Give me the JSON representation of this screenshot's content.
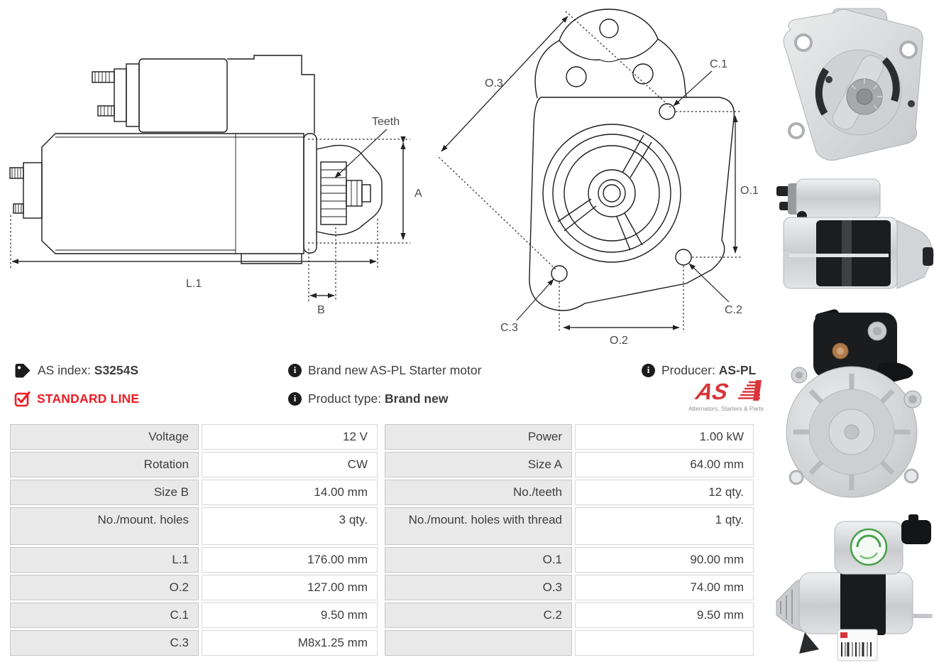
{
  "colors": {
    "accent_red": "#ee1c23",
    "logo_red": "#d8363b",
    "table_label_bg": "#e9e9e9",
    "table_border": "#c6c6c6",
    "text": "#3d3d3d"
  },
  "drawing_side": {
    "teeth": "Teeth",
    "a": "A",
    "l1": "L.1",
    "b": "B"
  },
  "drawing_front": {
    "o3": "O.3",
    "c1": "C.1",
    "o1": "O.1",
    "c2": "C.2",
    "c3": "C.3",
    "o2": "O.2"
  },
  "info": {
    "as_index_label": "AS index:",
    "as_index_value": "S3254S",
    "standard_line": "STANDARD LINE",
    "brand_new_line": "Brand new AS-PL Starter motor",
    "product_type_label": "Product type:",
    "product_type_value": "Brand new",
    "producer_label": "Producer:",
    "producer_value": "AS-PL"
  },
  "logo": {
    "text": "AS",
    "subtitle": "Alternators, Starters & Parts"
  },
  "table": {
    "rows": [
      {
        "cells": [
          "Voltage",
          "12 V",
          "Power",
          "1.00 kW"
        ]
      },
      {
        "cells": [
          "Rotation",
          "CW",
          "Size A",
          "64.00 mm"
        ]
      },
      {
        "cells": [
          "Size B",
          "14.00 mm",
          "No./teeth",
          "12 qty."
        ]
      },
      {
        "cells": [
          "No./mount. holes",
          "3 qty.",
          "No./mount. holes with thread",
          "1 qty."
        ]
      },
      {
        "cells": [
          "L.1",
          "176.00 mm",
          "O.1",
          "90.00 mm"
        ]
      },
      {
        "cells": [
          "O.2",
          "127.00 mm",
          "O.3",
          "74.00 mm"
        ]
      },
      {
        "cells": [
          "C.1",
          "9.50 mm",
          "C.2",
          "9.50 mm"
        ]
      },
      {
        "cells": [
          "C.3",
          "M8x1.25 mm",
          "",
          ""
        ]
      }
    ]
  }
}
